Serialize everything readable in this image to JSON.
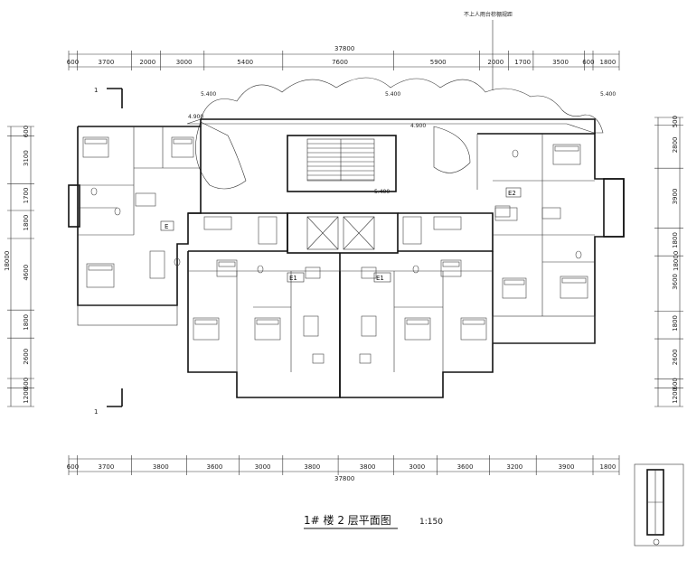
{
  "note_top": "不上人雨台棕棚规距",
  "title": "1# 楼  2 层平面图",
  "scale": "1:150",
  "total_dimension_top": "37800",
  "total_dimension_bottom": "37800",
  "top_dimensions": [
    "600",
    "3700",
    "2000",
    "3000",
    "5400",
    "7600",
    "5900",
    "2000",
    "1700",
    "3500",
    "600",
    "1800"
  ],
  "bottom_dimensions": [
    "600",
    "3700",
    "3800",
    "3600",
    "3000",
    "3800",
    "3800",
    "3000",
    "3600",
    "3200",
    "3900",
    "1800"
  ],
  "left_dimensions": [
    "600",
    "3100",
    "1700",
    "1800",
    "4600",
    "1800",
    "2600",
    "600",
    "1200"
  ],
  "left_total": "18000",
  "right_dimensions": [
    "500",
    "2800",
    "3900",
    "1800",
    "3600",
    "1800",
    "2600",
    "600",
    "1200"
  ],
  "right_total": "18000",
  "section_marks": [
    "1",
    "1"
  ],
  "elevation_marks": [
    "5.400",
    "5.400",
    "5.400",
    "4.900",
    "4.900",
    "5.400"
  ],
  "unit_labels": [
    "E",
    "E1",
    "E1",
    "E2"
  ]
}
